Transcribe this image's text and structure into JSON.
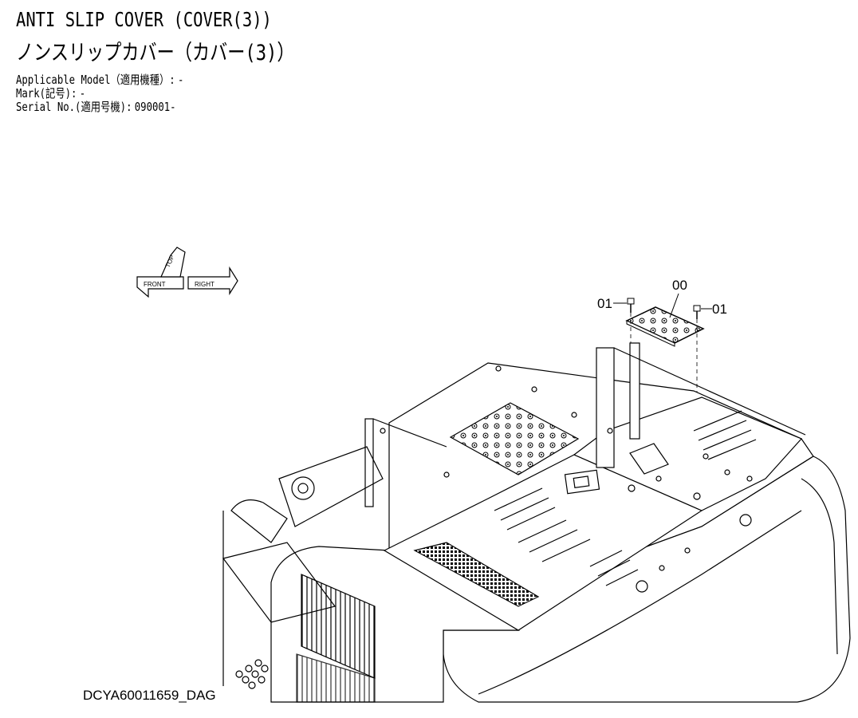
{
  "header": {
    "title_en": "ANTI SLIP COVER (COVER(3))",
    "title_jp": "ノンスリップカバー（カバー(3)）"
  },
  "meta": [
    {
      "label": "Applicable Model（適用機種）:",
      "value": "-"
    },
    {
      "label": "Mark(記号):",
      "value": "-"
    },
    {
      "label": "Serial No.(適用号機):",
      "value": "090001-"
    }
  ],
  "orientation": {
    "front": "FRONT",
    "top": "TOP",
    "right": "RIGHT"
  },
  "callouts": {
    "cover": "00",
    "bolt_left": "01",
    "bolt_right": "01"
  },
  "drawing_code": "DCYA60011659_DAG"
}
